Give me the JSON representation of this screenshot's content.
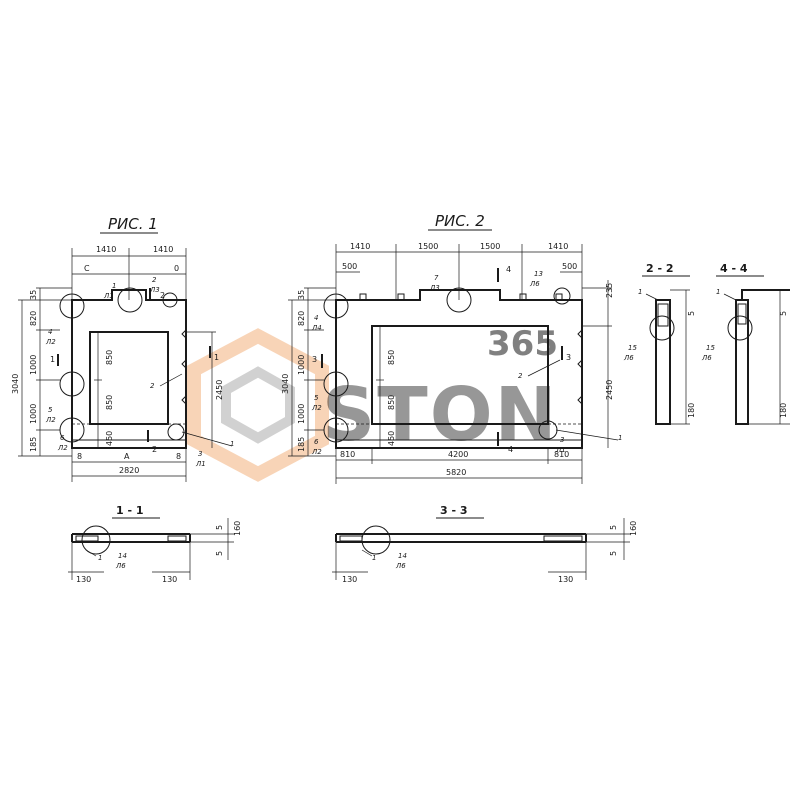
{
  "figures": {
    "fig1": {
      "title": "РИС. 1",
      "top_dims": [
        "1410",
        "1410"
      ],
      "left_dims": [
        "35",
        "820",
        "1000",
        "1000",
        "185"
      ],
      "total_height": "3040",
      "inner_dims": [
        "850",
        "850",
        "450"
      ],
      "right_dim": "2450",
      "bottom_dims": [
        "8",
        "A",
        "8"
      ],
      "total_width": "2820",
      "marks_top": [
        "C",
        "0"
      ],
      "callouts": [
        {
          "num": "4",
          "sheet": "Л2"
        },
        {
          "num": "5",
          "sheet": "Л2"
        },
        {
          "num": "1",
          "sheet": "Л1"
        },
        {
          "num": "2",
          "sheet": "Л3"
        },
        {
          "num": "6",
          "sheet": "Л2"
        },
        {
          "num": "3",
          "sheet": "Л1"
        },
        {
          "num": "2",
          "sheet": ""
        },
        {
          "num": "1",
          "sheet": ""
        }
      ],
      "section_marks": [
        "1",
        "1",
        "2",
        "2"
      ]
    },
    "fig2": {
      "title": "РИС. 2",
      "top_dims": [
        "1410",
        "1500",
        "1500",
        "1410"
      ],
      "top_small_dims": [
        "500",
        "500"
      ],
      "left_dims": [
        "35",
        "820",
        "1000",
        "1000",
        "185"
      ],
      "total_height": "3040",
      "inner_dims": [
        "850",
        "850",
        "450"
      ],
      "right_dims": [
        "235",
        "2450"
      ],
      "bottom_dims": [
        "810",
        "4200",
        "810"
      ],
      "total_width": "5820",
      "callouts": [
        {
          "num": "7",
          "sheet": "Л3"
        },
        {
          "num": "13",
          "sheet": "Л6"
        },
        {
          "num": "4",
          "sheet": "Л4"
        },
        {
          "num": "5",
          "sheet": "Л2"
        },
        {
          "num": "6",
          "sheet": "Л2"
        },
        {
          "num": "3",
          "sheet": "Л1"
        },
        {
          "num": "2",
          "sheet": ""
        },
        {
          "num": "1",
          "sheet": ""
        }
      ],
      "section_marks": [
        "4",
        "4",
        "3",
        "3"
      ]
    }
  },
  "sections": {
    "s22": {
      "title": "2 - 2",
      "callout": {
        "num": "15",
        "sheet": "Л6"
      },
      "dims": [
        "5",
        "180"
      ],
      "mark": "1"
    },
    "s44": {
      "title": "4 - 4",
      "callout": {
        "num": "15",
        "sheet": "Л6"
      },
      "dims": [
        "5",
        "180"
      ],
      "mark": "1"
    },
    "s11": {
      "title": "1 - 1",
      "callout": {
        "num": "14",
        "sheet": "Л6"
      },
      "dims": [
        "130",
        "130",
        "5",
        "160",
        "5"
      ],
      "mark": "1"
    },
    "s33": {
      "title": "3 - 3",
      "callout": {
        "num": "14",
        "sheet": "Л6"
      },
      "dims": [
        "130",
        "130",
        "5",
        "160",
        "5"
      ],
      "mark": "1"
    }
  },
  "watermark": {
    "number": "365",
    "text": "STON"
  }
}
